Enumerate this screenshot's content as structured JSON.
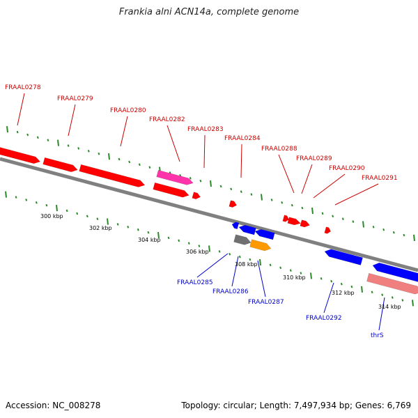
{
  "header": {
    "title": "Frankia alni ACN14a, complete genome"
  },
  "footer": {
    "accession": "Accession: NC_008278",
    "stats": "Topology: circular; Length: 7,497,934 bp; Genes: 6,769"
  },
  "colors": {
    "forward_gene": "#ff0000",
    "reverse_gene": "#0000ff",
    "highlight_pink": "#ff33aa",
    "gray_feature": "#707070",
    "orange_feature": "#ff9900",
    "salmon_feature": "#f08080",
    "backbone": "#808080",
    "tick": "#2a8a2a",
    "forward_label": "#cc0000",
    "reverse_label": "#0000cc"
  },
  "scale": {
    "kbp_labels": [
      "300 kbp",
      "302 kbp",
      "304 kbp",
      "306 kbp",
      "308 kbp",
      "310 kbp",
      "312 kbp",
      "314 kbp"
    ]
  },
  "forward_genes": [
    {
      "label": "FRAAL0278"
    },
    {
      "label": "FRAAL0279"
    },
    {
      "label": "FRAAL0280"
    },
    {
      "label": "FRAAL0282"
    },
    {
      "label": "FRAAL0283"
    },
    {
      "label": "FRAAL0284"
    },
    {
      "label": "FRAAL0288"
    },
    {
      "label": "FRAAL0289"
    },
    {
      "label": "FRAAL0290"
    },
    {
      "label": "FRAAL0291"
    }
  ],
  "reverse_genes": [
    {
      "label": "FRAAL0285"
    },
    {
      "label": "FRAAL0286"
    },
    {
      "label": "FRAAL0287"
    },
    {
      "label": "FRAAL0292"
    },
    {
      "label": "thrS"
    }
  ]
}
